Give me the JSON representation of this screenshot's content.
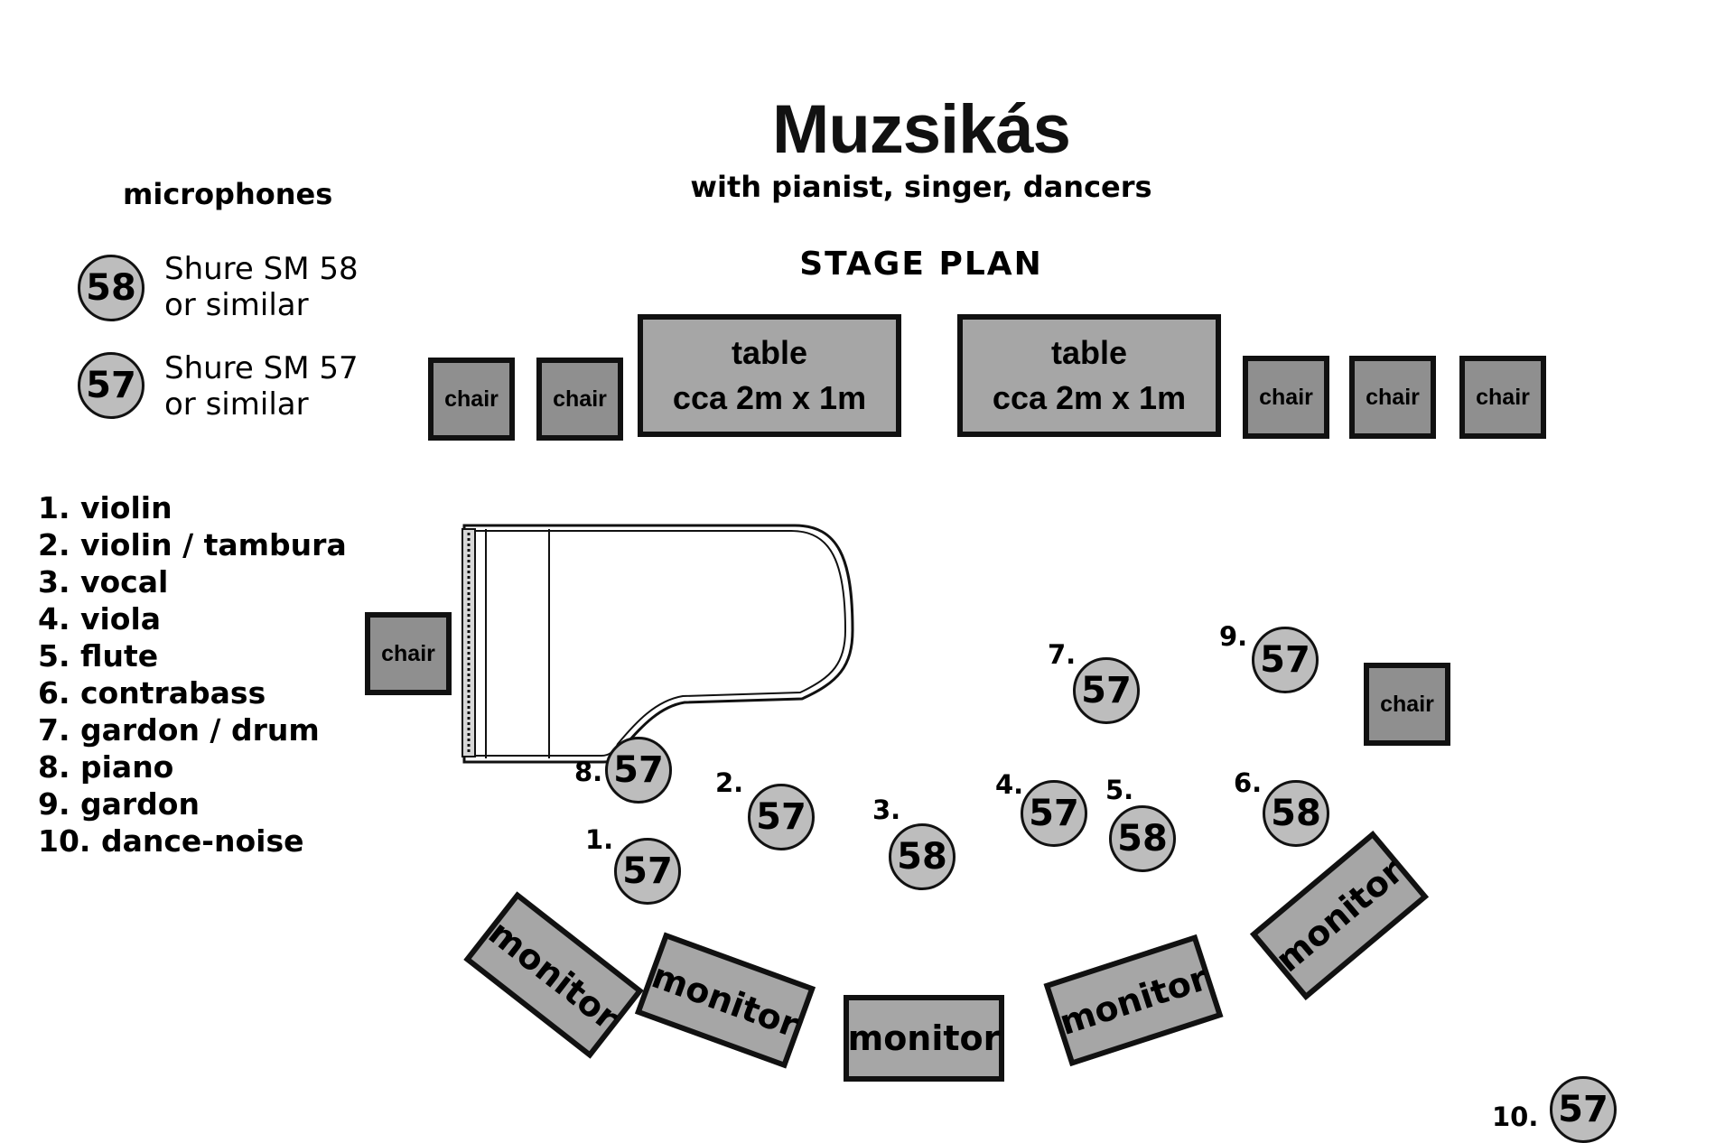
{
  "header": {
    "title": "Muzsikás",
    "subtitle": "with pianist, singer, dancers",
    "stage_plan": "STAGE PLAN"
  },
  "legend": {
    "heading": "microphones",
    "items": [
      {
        "code": "58",
        "line1": "Shure SM 58",
        "line2": "or similar"
      },
      {
        "code": "57",
        "line1": "Shure SM 57",
        "line2": "or similar"
      }
    ]
  },
  "instruments": [
    "1. violin",
    "2. violin / tambura",
    "3. vocal",
    "4. viola",
    "5. flute",
    "6. contrabass",
    "7. gardon / drum",
    "8. piano",
    "9. gardon",
    "10. dance-noise"
  ],
  "stage": {
    "chair_label": "chair",
    "table_line1": "table",
    "table_line2": "cca 2m x 1m",
    "monitor_label": "monitor",
    "mics": [
      {
        "num": "1.",
        "code": "57"
      },
      {
        "num": "2.",
        "code": "57"
      },
      {
        "num": "3.",
        "code": "58"
      },
      {
        "num": "4.",
        "code": "57"
      },
      {
        "num": "5.",
        "code": "58"
      },
      {
        "num": "6.",
        "code": "58"
      },
      {
        "num": "7.",
        "code": "57"
      },
      {
        "num": "8.",
        "code": "57"
      },
      {
        "num": "9.",
        "code": "57"
      },
      {
        "num": "10.",
        "code": "57"
      }
    ]
  }
}
